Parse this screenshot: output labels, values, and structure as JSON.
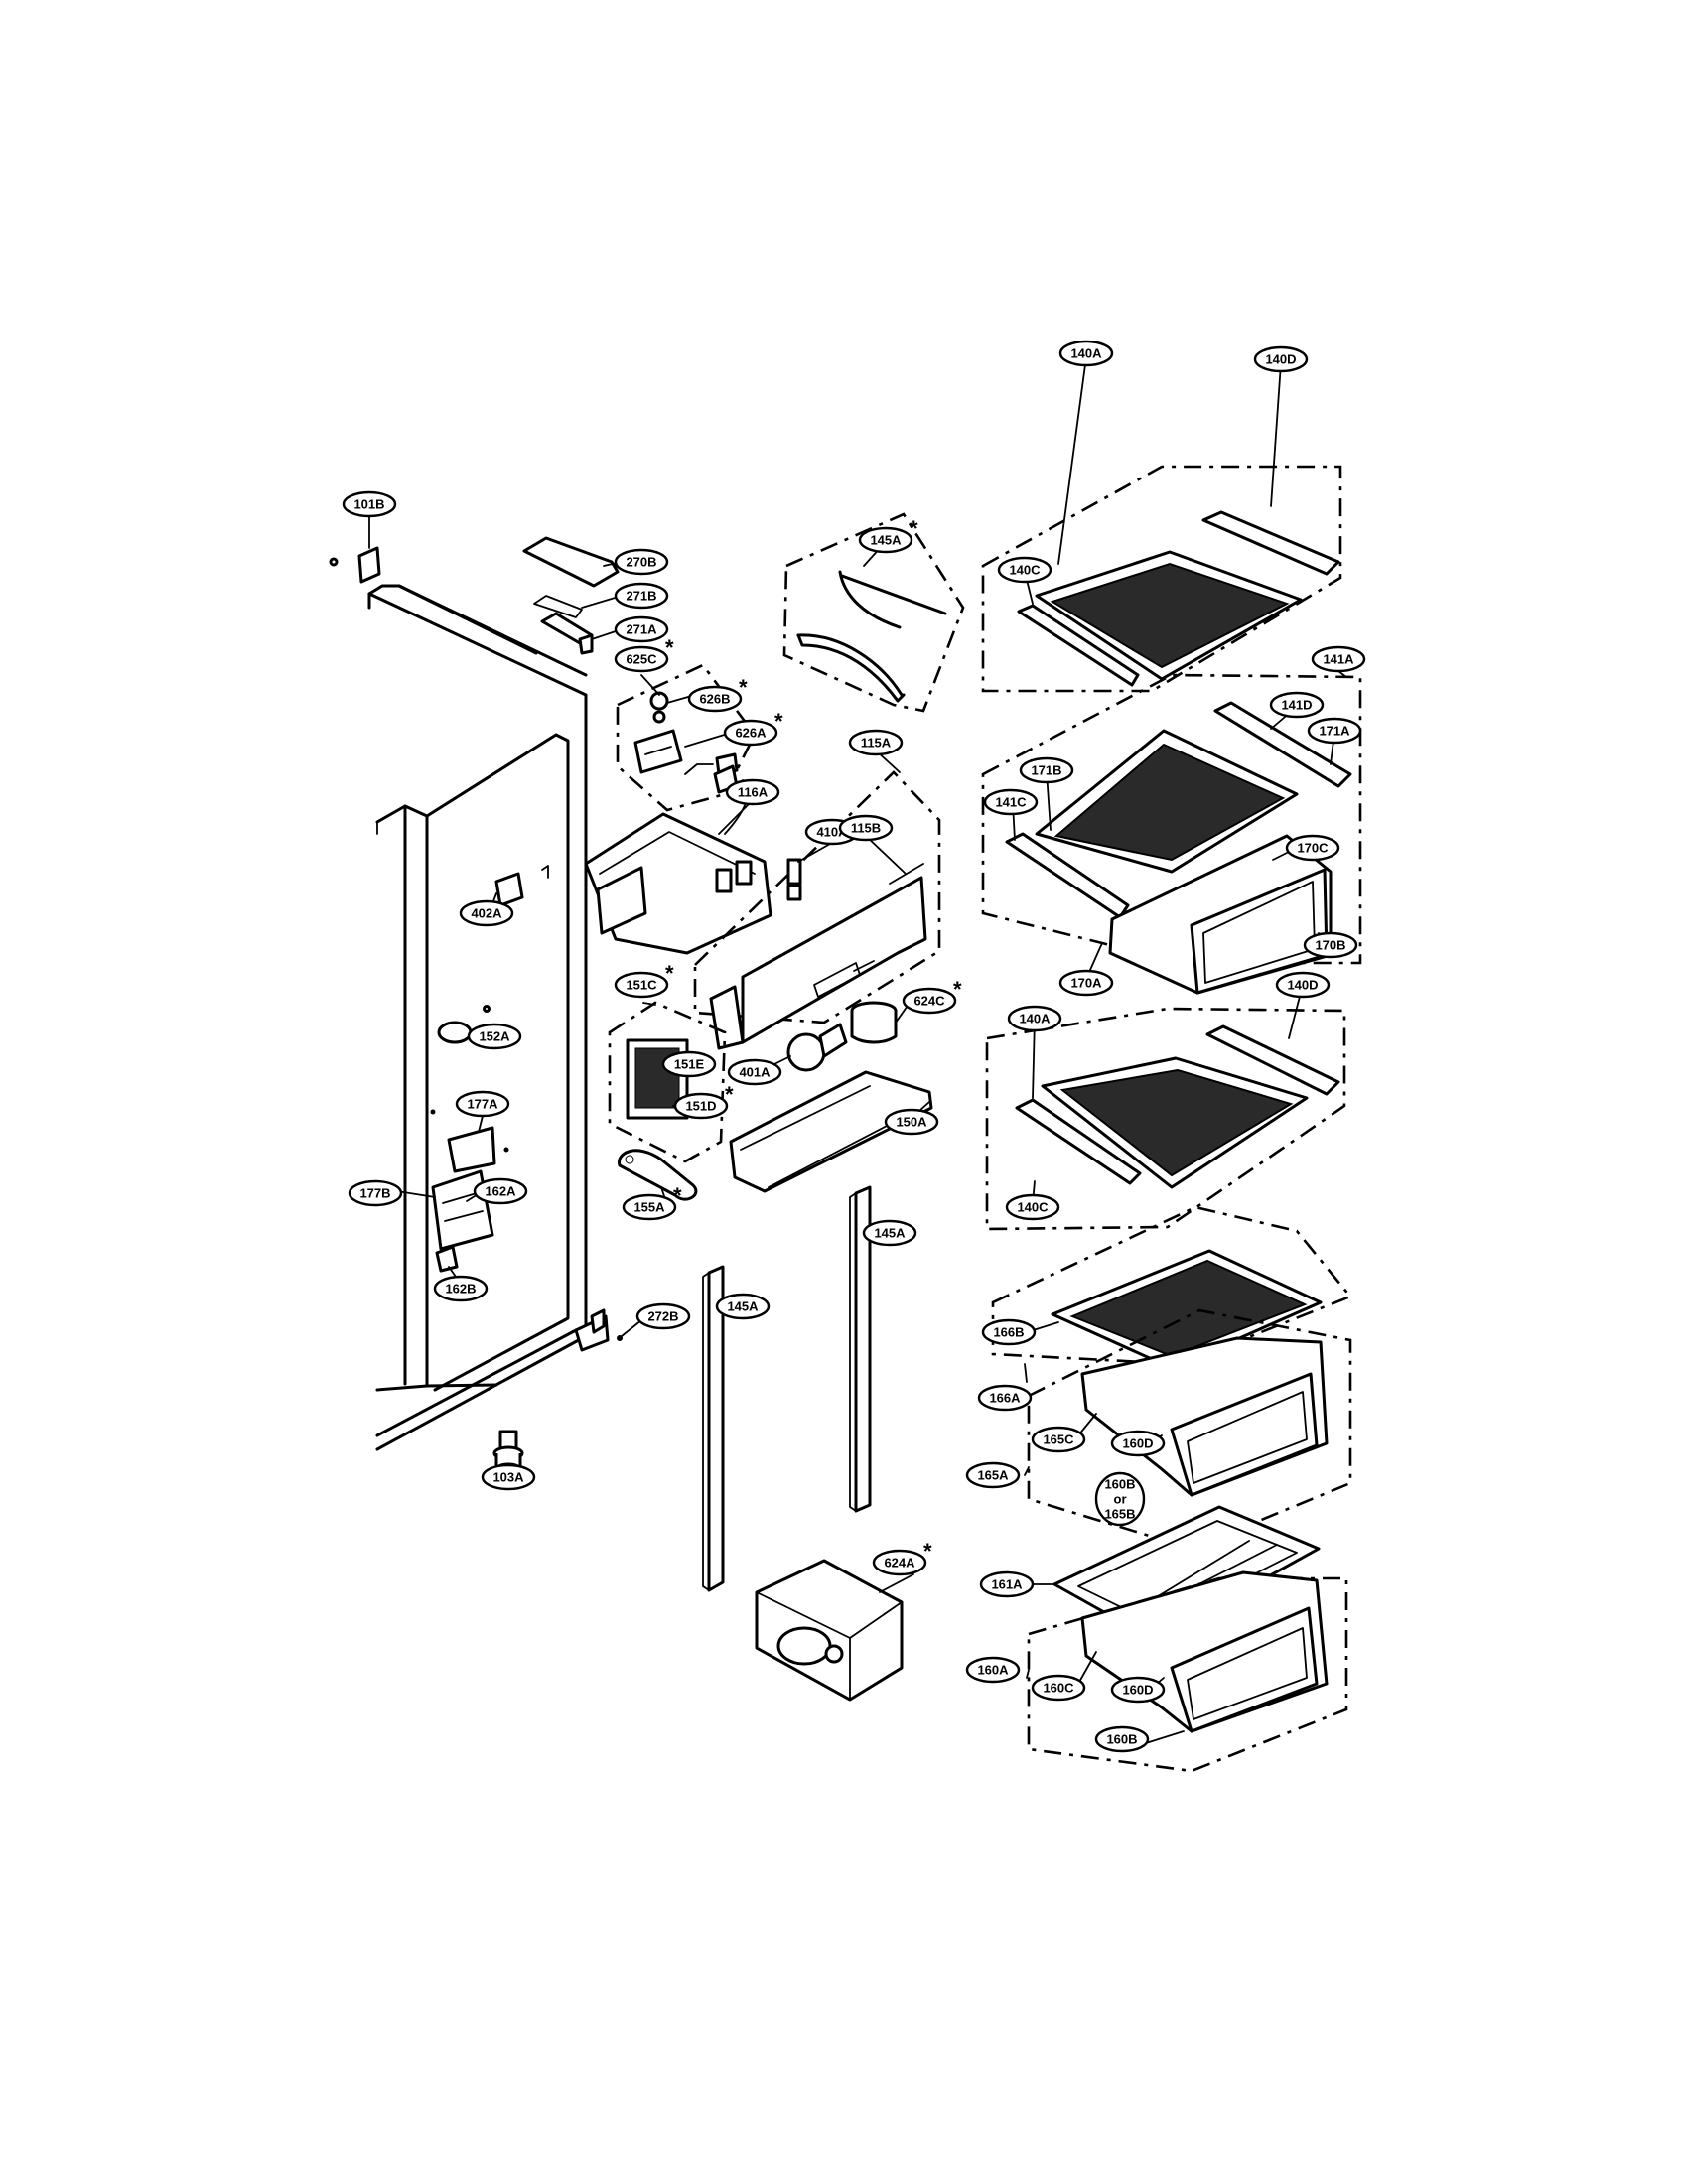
{
  "diagram": {
    "labels": [
      {
        "id": "101B",
        "text": "101B",
        "star": false
      },
      {
        "id": "270B",
        "text": "270B",
        "star": false
      },
      {
        "id": "271B",
        "text": "271B",
        "star": false
      },
      {
        "id": "271A",
        "text": "271A",
        "star": false
      },
      {
        "id": "625C",
        "text": "625C",
        "star": true
      },
      {
        "id": "626B",
        "text": "626B",
        "star": true
      },
      {
        "id": "626A",
        "text": "626A",
        "star": true
      },
      {
        "id": "145A-top",
        "text": "145A",
        "star": true
      },
      {
        "id": "140A-top",
        "text": "140A",
        "star": false
      },
      {
        "id": "140D-top",
        "text": "140D",
        "star": false
      },
      {
        "id": "140C-top",
        "text": "140C",
        "star": false
      },
      {
        "id": "141A",
        "text": "141A",
        "star": false
      },
      {
        "id": "141D",
        "text": "141D",
        "star": false
      },
      {
        "id": "171A",
        "text": "171A",
        "star": false
      },
      {
        "id": "171B",
        "text": "171B",
        "star": false
      },
      {
        "id": "141C",
        "text": "141C",
        "star": false
      },
      {
        "id": "170C",
        "text": "170C",
        "star": false
      },
      {
        "id": "170B",
        "text": "170B",
        "star": false
      },
      {
        "id": "170A",
        "text": "170A",
        "star": false
      },
      {
        "id": "115A",
        "text": "115A",
        "star": false
      },
      {
        "id": "116A",
        "text": "116A",
        "star": false
      },
      {
        "id": "410A",
        "text": "410A",
        "star": false
      },
      {
        "id": "115B",
        "text": "115B",
        "star": false
      },
      {
        "id": "402A",
        "text": "402A",
        "star": false
      },
      {
        "id": "152A",
        "text": "152A",
        "star": false
      },
      {
        "id": "151C",
        "text": "151C",
        "star": true
      },
      {
        "id": "151E",
        "text": "151E",
        "star": false
      },
      {
        "id": "151D",
        "text": "151D",
        "star": true
      },
      {
        "id": "624C",
        "text": "624C",
        "star": true
      },
      {
        "id": "401A",
        "text": "401A",
        "star": false
      },
      {
        "id": "150A",
        "text": "150A",
        "star": false
      },
      {
        "id": "177A",
        "text": "177A",
        "star": false
      },
      {
        "id": "177B",
        "text": "177B",
        "star": false
      },
      {
        "id": "162A",
        "text": "162A",
        "star": false
      },
      {
        "id": "162B",
        "text": "162B",
        "star": false
      },
      {
        "id": "155A",
        "text": "155A",
        "star": true
      },
      {
        "id": "140D-mid",
        "text": "140D",
        "star": false
      },
      {
        "id": "140A-mid",
        "text": "140A",
        "star": false
      },
      {
        "id": "140C-mid",
        "text": "140C",
        "star": false
      },
      {
        "id": "145A-right",
        "text": "145A",
        "star": false
      },
      {
        "id": "145A-left",
        "text": "145A",
        "star": false
      },
      {
        "id": "272B",
        "text": "272B",
        "star": false
      },
      {
        "id": "103A",
        "text": "103A",
        "star": false
      },
      {
        "id": "166B",
        "text": "166B",
        "star": false
      },
      {
        "id": "166A",
        "text": "166A",
        "star": false
      },
      {
        "id": "165C",
        "text": "165C",
        "star": false
      },
      {
        "id": "160D-upper",
        "text": "160D",
        "star": false
      },
      {
        "id": "165A",
        "text": "165A",
        "star": false
      },
      {
        "id": "160B-or-165B",
        "text": "160B or 165B",
        "star": false
      },
      {
        "id": "624A",
        "text": "624A",
        "star": true
      },
      {
        "id": "161A",
        "text": "161A",
        "star": false
      },
      {
        "id": "160A",
        "text": "160A",
        "star": false
      },
      {
        "id": "160C",
        "text": "160C",
        "star": false
      },
      {
        "id": "160D-lower",
        "text": "160D",
        "star": false
      },
      {
        "id": "160B",
        "text": "160B",
        "star": false
      }
    ]
  }
}
